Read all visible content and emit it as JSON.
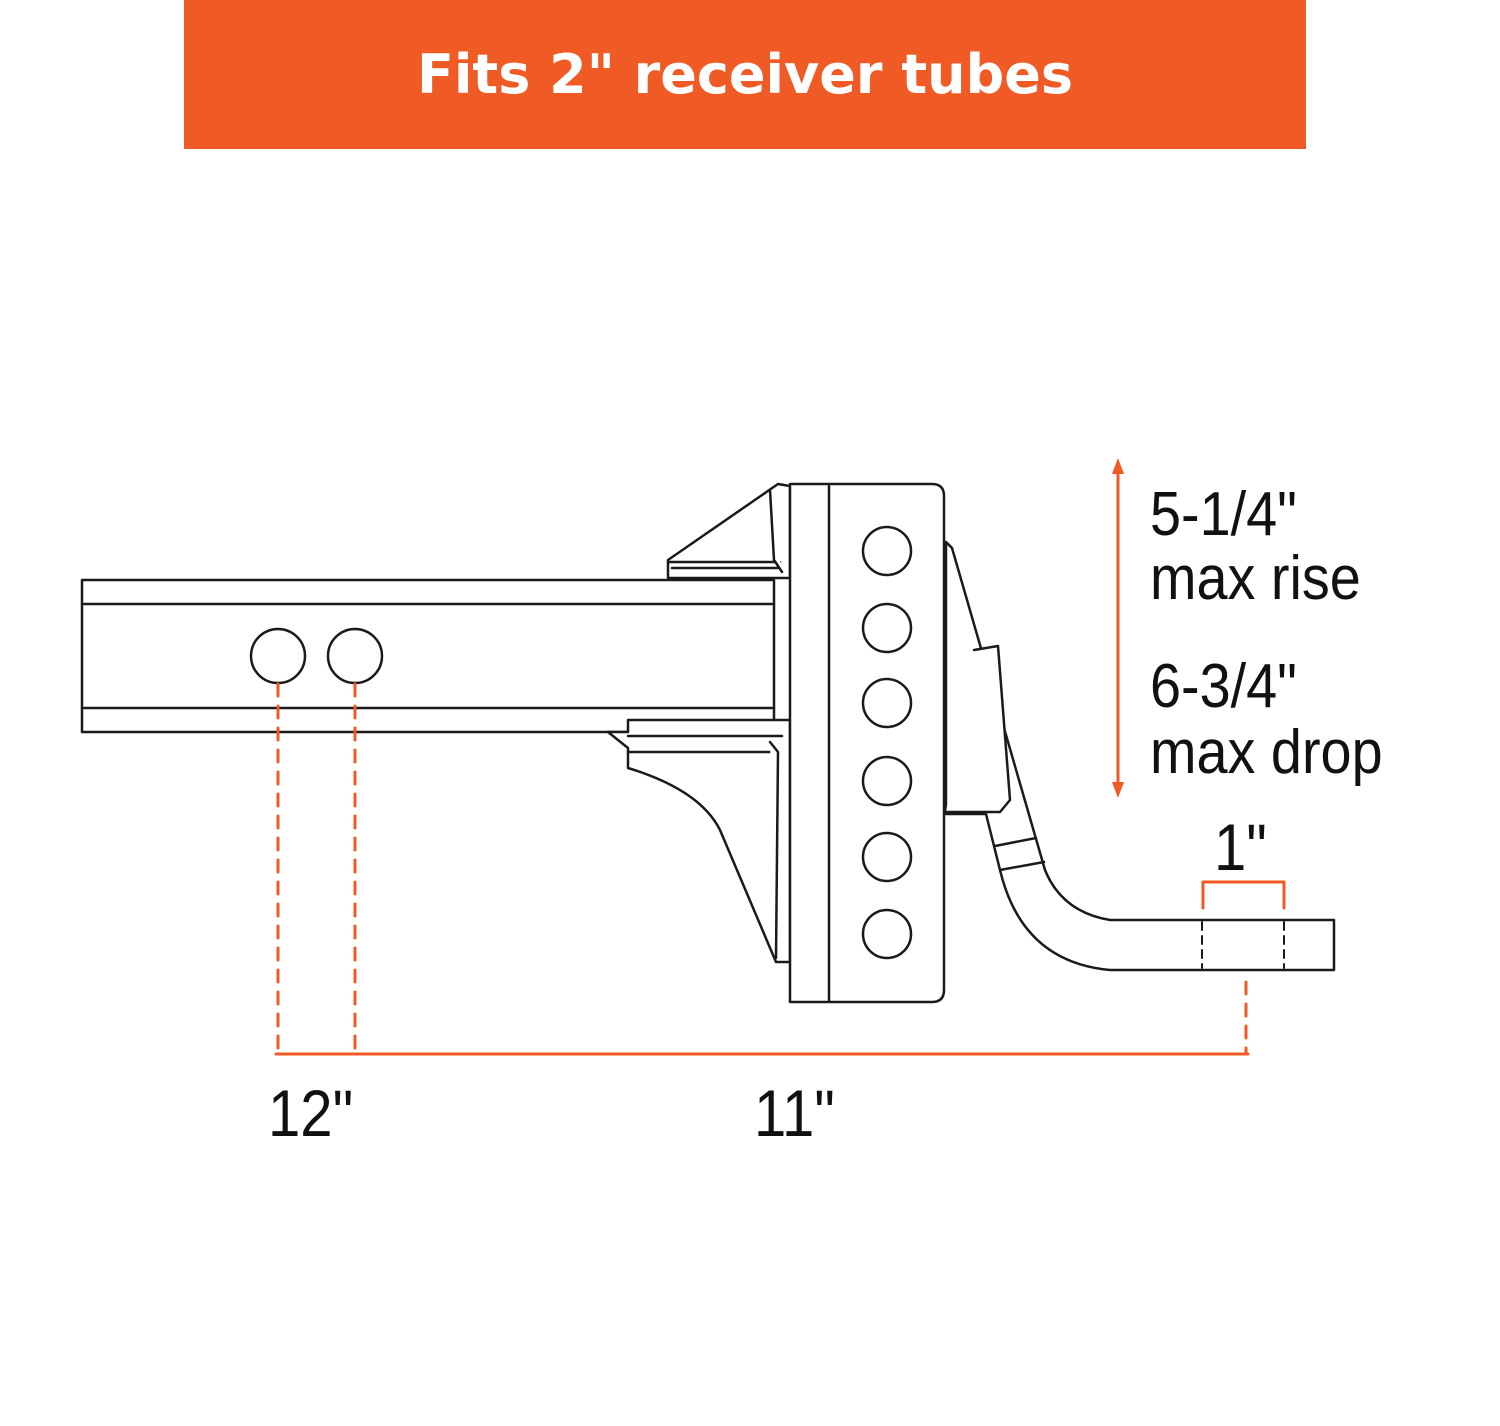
{
  "banner": {
    "title": "Fits 2\" receiver tubes"
  },
  "dimensions": {
    "rise_value": "5-1/4\"",
    "rise_label": "max rise",
    "drop_value": "6-3/4\"",
    "drop_label": "max drop",
    "ball_hole": "1\"",
    "pin_length": "12\"",
    "ball_offset": "11\""
  },
  "colors": {
    "accent": "#f05a24",
    "line": "#1a1a1a",
    "text": "#111111",
    "background": "#ffffff"
  }
}
